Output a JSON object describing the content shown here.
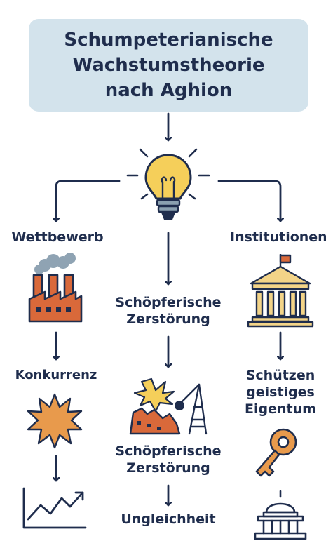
{
  "title": "Schumpeterianische\nWachstumstheorie\nnach Aghion",
  "left": {
    "heading": "Wettbewerb",
    "step2": "Konkurrenz"
  },
  "center": {
    "step1": "Schöpferische\nZerstörung",
    "step2": "Schöpferische\nZerstörung",
    "step3": "Ungleichheit"
  },
  "right": {
    "heading": "Institutionen",
    "step2": "Schützen\ngeistiges\nEigentum"
  },
  "colors": {
    "navy": "#1f2d4d",
    "title_bg": "#d3e3ec",
    "bulb": "#f5cf5a",
    "factory": "#d9693a",
    "burst": "#e89a4c",
    "key": "#e89a4c",
    "building": "#f3d488",
    "smoke": "#8fa3b3"
  },
  "icons": [
    "lightbulb-icon",
    "factory-icon",
    "bank-building-icon",
    "starburst-icon",
    "demolition-icon",
    "trend-chart-icon",
    "key-icon",
    "capitol-dome-icon"
  ]
}
